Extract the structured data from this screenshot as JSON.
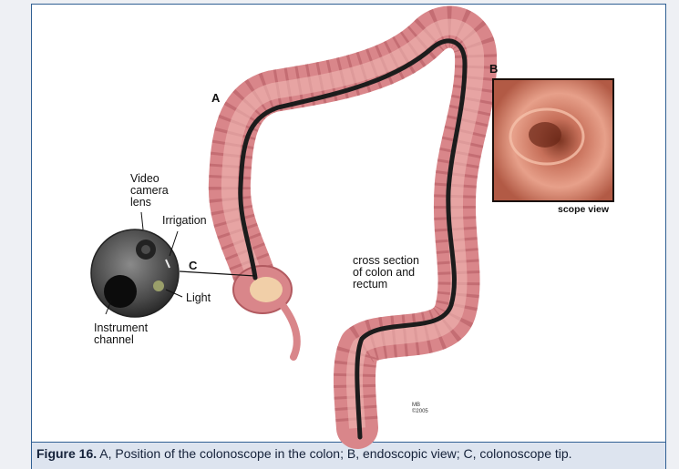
{
  "figure": {
    "label_a": "A",
    "label_b": "B",
    "label_c": "C",
    "scope_view": "scope view",
    "video_camera_lens": "Video\ncamera\nlens",
    "irrigation": "Irrigation",
    "light": "Light",
    "instrument_channel": "Instrument\nchannel",
    "cross_section": "cross section\nof colon and\nrectum",
    "signature": "MB\n©2005"
  },
  "caption": {
    "label": "Figure 16.",
    "text": " A, Position of the colonoscope in the colon; B, endoscopic view; C, colonoscope tip."
  },
  "colors": {
    "colon": "#d9868a",
    "colon_dark": "#b25a60",
    "scope": "#1c1c1c",
    "frame": "#2f5f93"
  }
}
